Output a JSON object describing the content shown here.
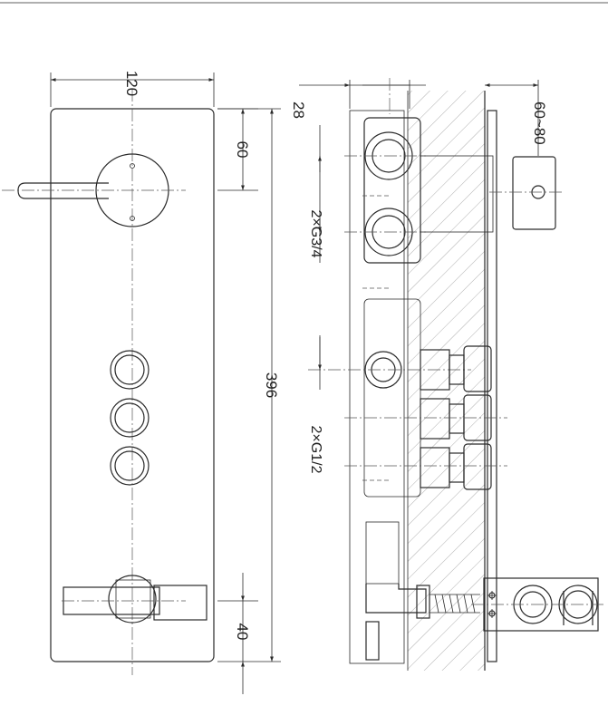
{
  "dimensions": {
    "width": "120",
    "top_offset": "60",
    "height": "396",
    "bottom_offset": "40",
    "panel_thickness": "28",
    "wall_depth": "60~80"
  },
  "labels": {
    "upper_inlets": "2×G3/4",
    "lower_outlets": "2×G1/2"
  },
  "colors": {
    "line": "#2a2a2a",
    "hatch": "#9a9a9a",
    "background": "#ffffff"
  }
}
